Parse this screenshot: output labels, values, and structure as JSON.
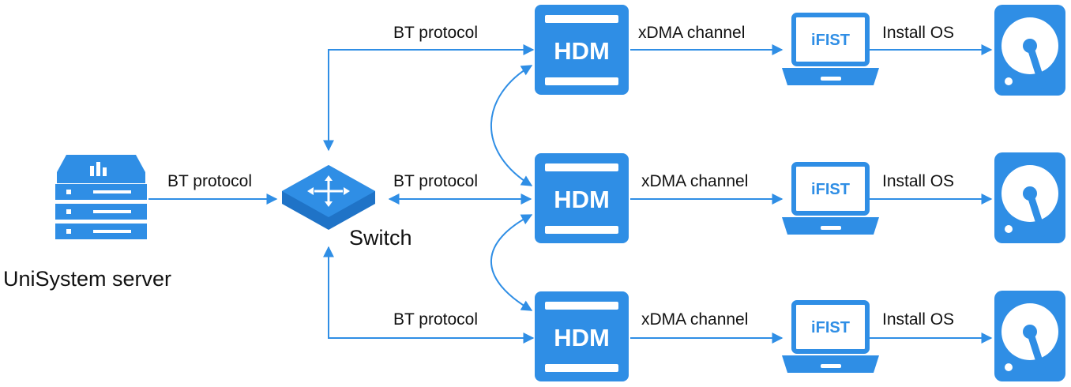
{
  "colors": {
    "accent": "#2f8ee5",
    "text": "#111111",
    "background": "#ffffff"
  },
  "server": {
    "label": "UniSystem server",
    "icon": "server-rack-icon"
  },
  "switch": {
    "label": "Switch",
    "icon": "network-switch-icon"
  },
  "links": {
    "server_to_switch": "BT protocol",
    "switch_to_hdm": [
      "BT protocol",
      "BT protocol",
      "BT protocol"
    ],
    "hdm_to_ifist": [
      "xDMA channel",
      "xDMA channel",
      "xDMA channel"
    ],
    "ifist_to_disk": [
      "Install OS",
      "Install OS",
      "Install OS"
    ]
  },
  "rows": [
    {
      "hdm": "HDM",
      "ifist": "iFIST",
      "disk_icon": "hard-disk-icon"
    },
    {
      "hdm": "HDM",
      "ifist": "iFIST",
      "disk_icon": "hard-disk-icon"
    },
    {
      "hdm": "HDM",
      "ifist": "iFIST",
      "disk_icon": "hard-disk-icon"
    }
  ]
}
